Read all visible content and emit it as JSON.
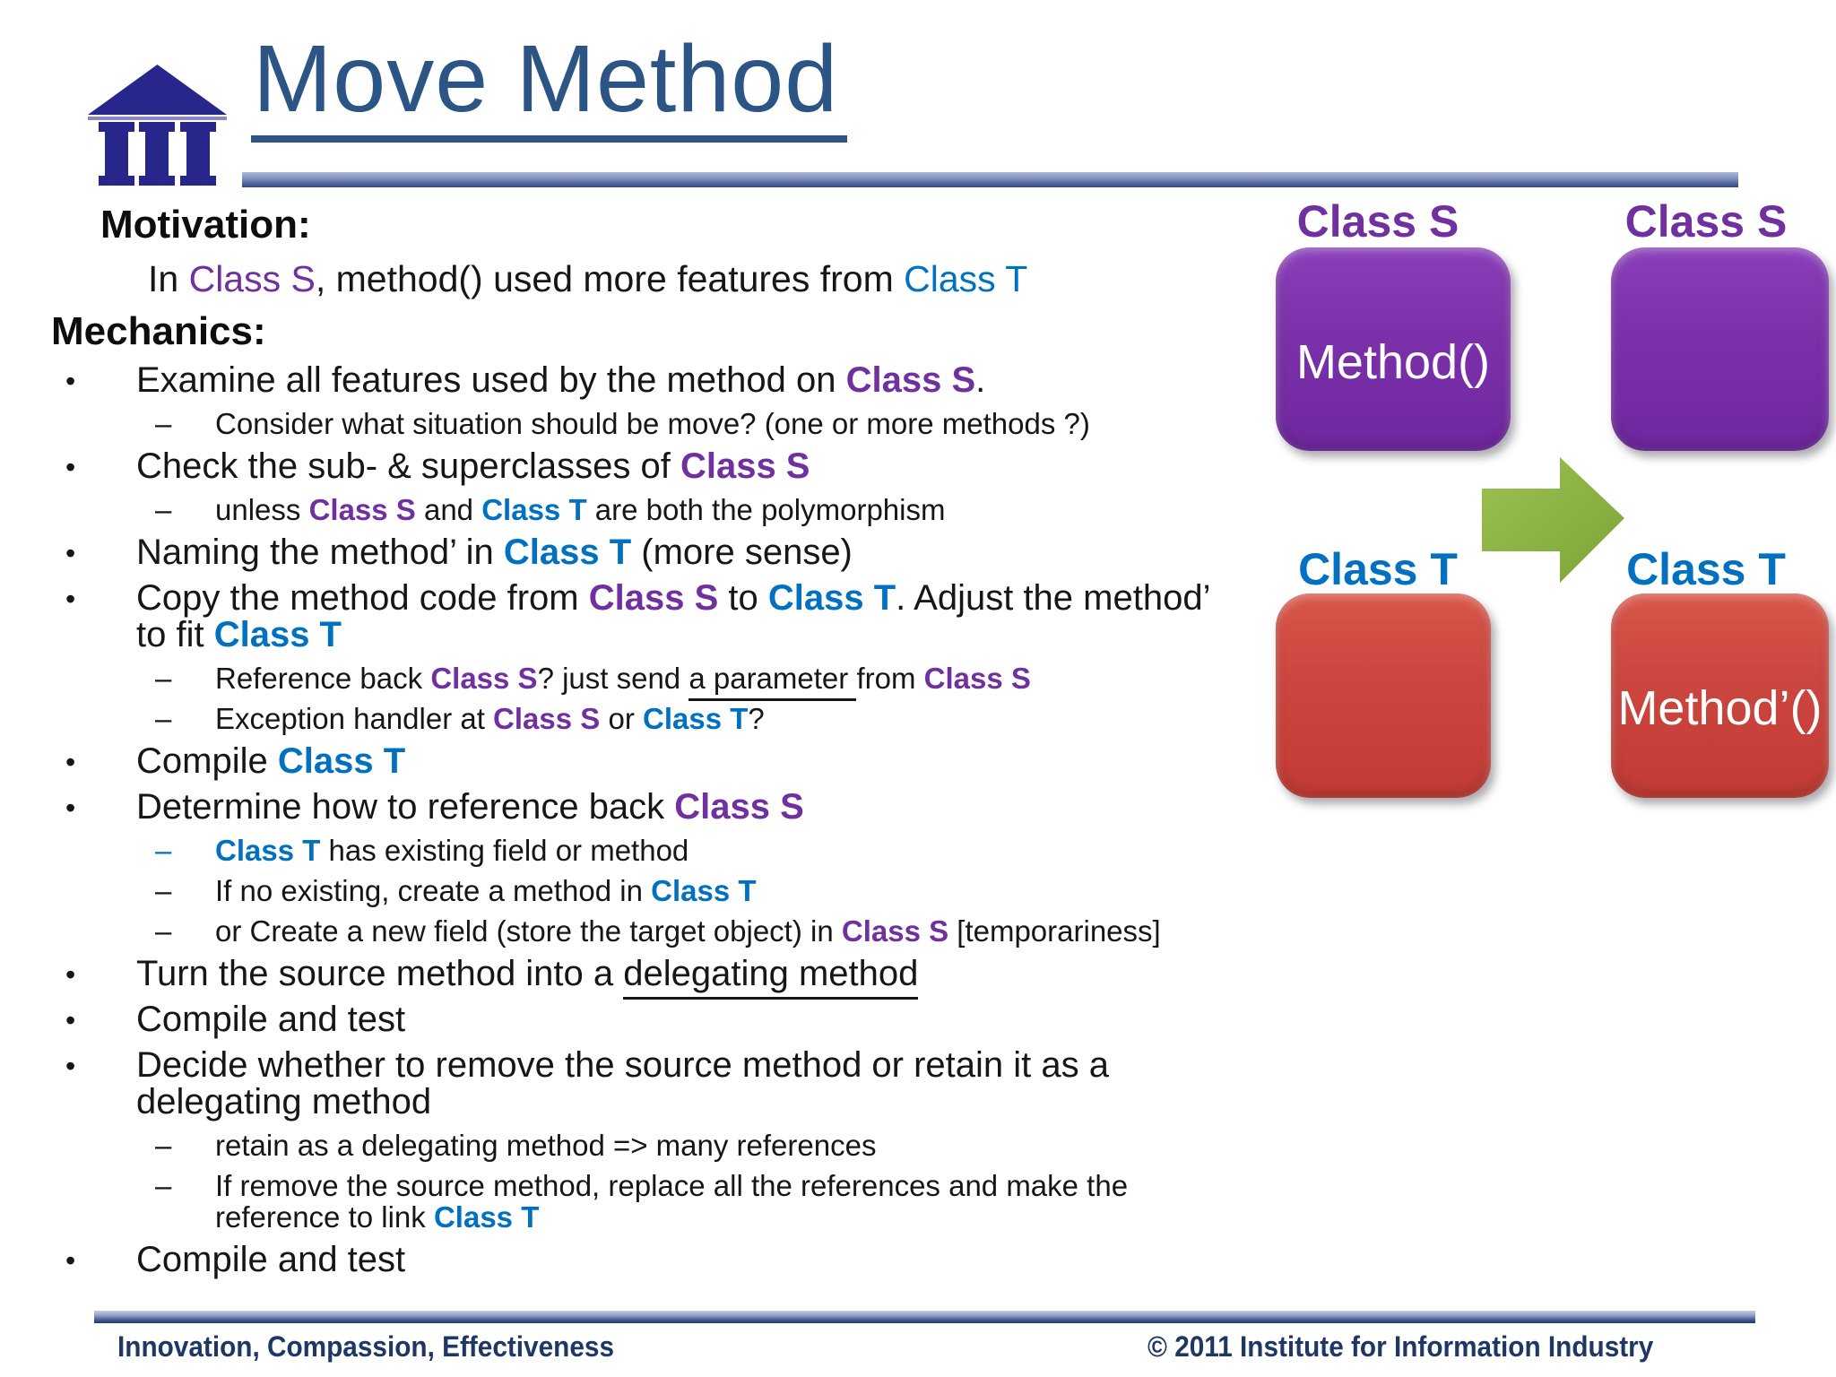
{
  "header": {
    "title": "Move Method",
    "logo_icon": "institution-columns"
  },
  "colors": {
    "title_blue": "#2C5484",
    "class_s_purple": "#7030A0",
    "class_t_blue": "#0070C0",
    "purple_box": "#7B30A9",
    "red_box": "#C9423B",
    "arrow_green": "#8CB43F",
    "footer_navy": "#1E3765"
  },
  "content": {
    "motivation_heading": "Motivation:",
    "intro": {
      "segments": [
        {
          "t": "In "
        },
        {
          "t": "Class S",
          "st": "sr"
        },
        {
          "t": ", method() used more features from "
        },
        {
          "t": "Class T",
          "st": "tr"
        }
      ]
    },
    "mechanics_heading": "Mechanics:",
    "markers": {
      "main": "•",
      "sub": "–"
    },
    "items": [
      {
        "lvl": 1,
        "segs": [
          {
            "t": "Examine all features used by the method on "
          },
          {
            "t": "Class S",
            "st": "s"
          },
          {
            "t": "."
          }
        ]
      },
      {
        "lvl": 2,
        "segs": [
          {
            "t": "Consider what situation should be move? (one or more methods ?)"
          }
        ]
      },
      {
        "lvl": 1,
        "segs": [
          {
            "t": "Check the sub- & superclasses of "
          },
          {
            "t": "Class S",
            "st": "s"
          }
        ]
      },
      {
        "lvl": 2,
        "segs": [
          {
            "t": "unless "
          },
          {
            "t": "Class S",
            "st": "s"
          },
          {
            "t": " and "
          },
          {
            "t": "Class T",
            "st": "t"
          },
          {
            "t": " are both the polymorphism"
          }
        ]
      },
      {
        "lvl": 1,
        "segs": [
          {
            "t": "Naming the method’ in "
          },
          {
            "t": "Class T",
            "st": "t"
          },
          {
            "t": " (more sense)"
          }
        ]
      },
      {
        "lvl": 1,
        "segs": [
          {
            "t": "Copy the method code from "
          },
          {
            "t": "Class S",
            "st": "s"
          },
          {
            "t": " to "
          },
          {
            "t": "Class T",
            "st": "t"
          },
          {
            "t": ". Adjust the method’\nto fit "
          },
          {
            "t": "Class T",
            "st": "t"
          }
        ]
      },
      {
        "lvl": 2,
        "segs": [
          {
            "t": "Reference back "
          },
          {
            "t": "Class S",
            "st": "s"
          },
          {
            "t": "? just send "
          },
          {
            "t": "a parameter ",
            "st": "u"
          },
          {
            "t": "from "
          },
          {
            "t": "Class S",
            "st": "s"
          }
        ]
      },
      {
        "lvl": 2,
        "segs": [
          {
            "t": "Exception handler at "
          },
          {
            "t": "Class S",
            "st": "s"
          },
          {
            "t": " or "
          },
          {
            "t": "Class T",
            "st": "t"
          },
          {
            "t": "?"
          }
        ]
      },
      {
        "lvl": 1,
        "segs": [
          {
            "t": "Compile "
          },
          {
            "t": "Class T",
            "st": "t"
          }
        ]
      },
      {
        "lvl": 1,
        "segs": [
          {
            "t": "Determine how to reference back "
          },
          {
            "t": "Class S",
            "st": "s"
          }
        ]
      },
      {
        "lvl": 2,
        "mk": "blue",
        "segs": [
          {
            "t": "Class T",
            "st": "t"
          },
          {
            "t": " has existing field or method"
          }
        ]
      },
      {
        "lvl": 2,
        "segs": [
          {
            "t": "If no existing, create a method in "
          },
          {
            "t": "Class T",
            "st": "t"
          }
        ]
      },
      {
        "lvl": 2,
        "segs": [
          {
            "t": "or Create a new field (store the target object) in "
          },
          {
            "t": "Class S",
            "st": "s"
          },
          {
            "t": " [temporariness]"
          }
        ]
      },
      {
        "lvl": 1,
        "segs": [
          {
            "t": "Turn the source method into a "
          },
          {
            "t": "delegating method",
            "st": "u"
          }
        ]
      },
      {
        "lvl": 1,
        "segs": [
          {
            "t": "Compile and test"
          }
        ]
      },
      {
        "lvl": 1,
        "segs": [
          {
            "t": "Decide whether to remove the source method or retain it as a\ndelegating method"
          }
        ]
      },
      {
        "lvl": 2,
        "segs": [
          {
            "t": "retain as a delegating method => many references"
          }
        ]
      },
      {
        "lvl": 2,
        "segs": [
          {
            "t": "If remove the source method, replace all the references and make the\nreference to link "
          },
          {
            "t": "Class T",
            "st": "t"
          }
        ]
      },
      {
        "lvl": 1,
        "segs": [
          {
            "t": "Compile and test"
          }
        ]
      }
    ]
  },
  "diagram": {
    "class_s_label_left": "Class S",
    "class_s_label_right": "Class S",
    "class_t_label_left": "Class T",
    "class_t_label_right": "Class T",
    "method_label": "Method()",
    "method_prime_label": "Method’()",
    "arrow_icon": "right-arrow"
  },
  "footer": {
    "left_text": "Innovation, Compassion, Effectiveness",
    "right_text": "© 2011 Institute for Information Industry"
  }
}
